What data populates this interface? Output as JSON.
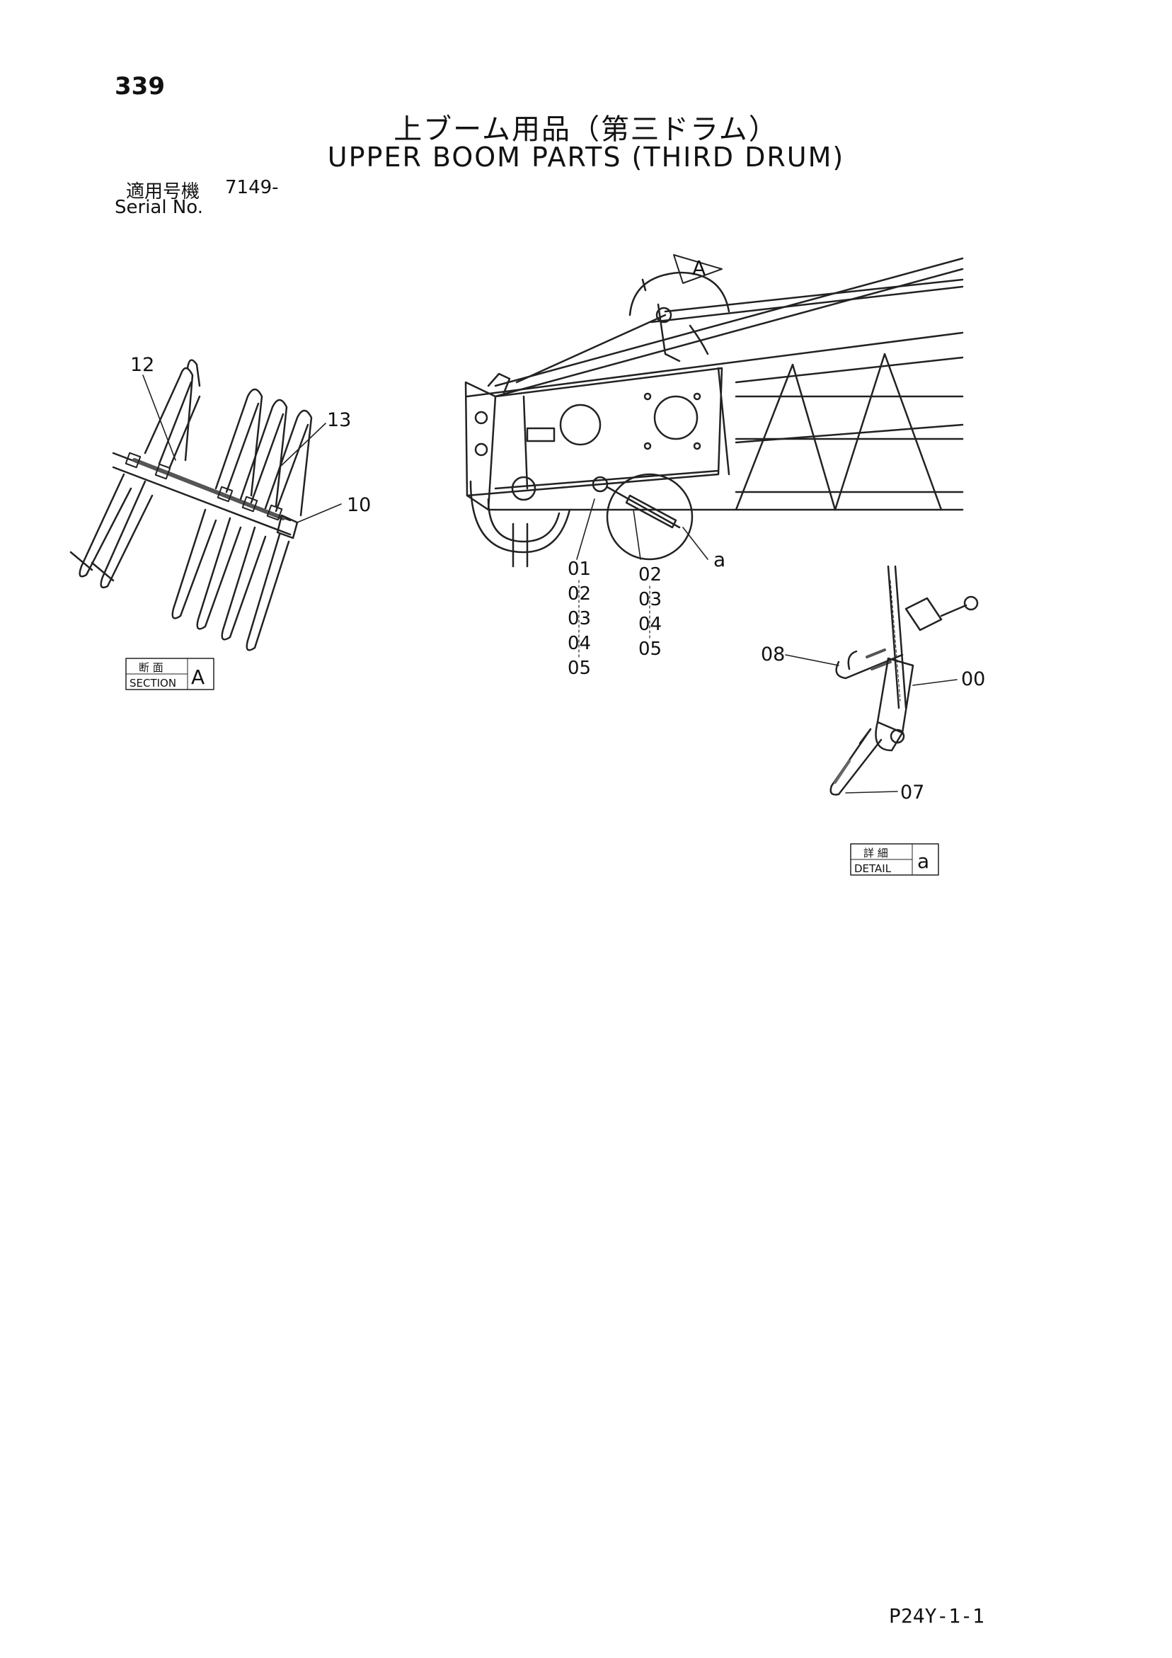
{
  "page": {
    "number": "339",
    "title_jp": "上ブーム用品（第三ドラム）",
    "title_en": "UPPER BOOM PARTS (THIRD DRUM)",
    "serial_label_jp": "適用号機",
    "serial_value": "7149-",
    "serial_label_en": "Serial No.",
    "footer_code": "P24Y-1-1"
  },
  "diagram": {
    "section_callout": "A",
    "section_box": {
      "kanji": "断 面",
      "label": "SECTION",
      "letter": "A"
    },
    "detail_box": {
      "kanji": "詳 細",
      "label": "DETAIL",
      "letter": "a"
    },
    "detail_callout": "a",
    "part_labels": {
      "p12": "12",
      "p13": "13",
      "p10": "10",
      "p08": "08",
      "p00": "00",
      "p07": "07"
    },
    "stack_left": [
      "01",
      "02",
      "03",
      "04",
      "05"
    ],
    "stack_right": [
      "02",
      "03",
      "04",
      "05"
    ]
  }
}
